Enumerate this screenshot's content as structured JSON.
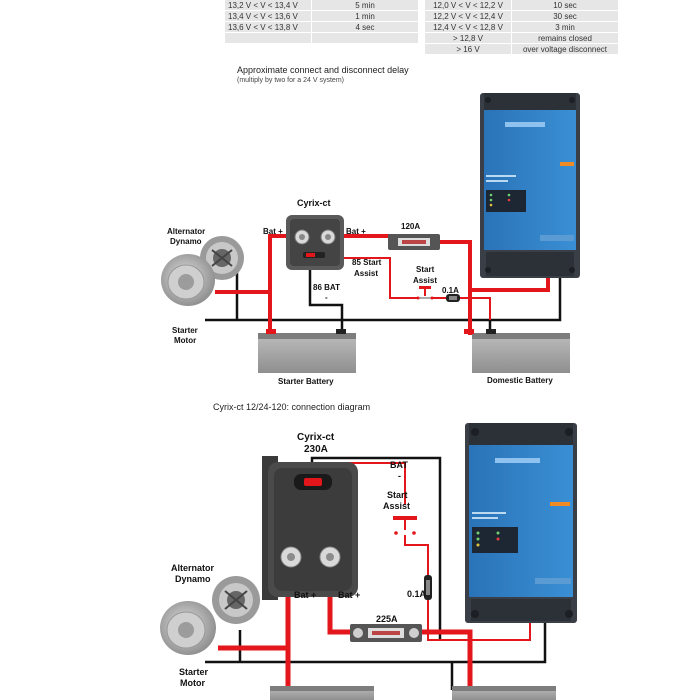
{
  "delay_table": {
    "left_rows": [
      {
        "range": "13,2 V < V < 13,4 V",
        "delay": "5 min"
      },
      {
        "range": "13,4 V < V < 13,6 V",
        "delay": "1 min"
      },
      {
        "range": "13,6 V < V < 13,8 V",
        "delay": "4 sec"
      },
      {
        "range": "",
        "delay": ""
      }
    ],
    "right_rows": [
      {
        "range": "12,0 V < V < 12,2 V",
        "delay": "10 sec"
      },
      {
        "range": "12,2 V < V < 12,4 V",
        "delay": "30 sec"
      },
      {
        "range": "12,4 V < V < 12,8 V",
        "delay": "3 min"
      },
      {
        "range": "> 12,8 V",
        "delay": "remains closed"
      },
      {
        "range": "> 16 V",
        "delay": "over voltage disconnect"
      }
    ]
  },
  "caption": {
    "title": "Approximate connect and disconnect delay",
    "subtitle": "(multiply by two for a 24 V system)"
  },
  "diagram1": {
    "device_name": "Cyrix-ct",
    "bat_plus_left": "Bat +",
    "bat_plus_right": "Bat +",
    "fuse_main": "120A",
    "start_assist_85_l1": "85 Start",
    "start_assist_85_l2": "Assist",
    "start_assist_sw_l1": "Start",
    "start_assist_sw_l2": "Assist",
    "bat86_l1": "86 BAT",
    "bat86_l2": "-",
    "fuse_small": "0.1A",
    "alternator_l1": "Alternator",
    "alternator_l2": "Dynamo",
    "starter_l1": "Starter",
    "starter_l2": "Motor",
    "starter_battery": "Starter Battery",
    "domestic_battery": "Domestic Battery"
  },
  "section2_title": "Cyrix-ct 12/24-120: connection diagram",
  "diagram2": {
    "device_name_l1": "Cyrix-ct",
    "device_name_l2": "230A",
    "bat_l1": "BAT",
    "bat_l2": "-",
    "start_assist_l1": "Start",
    "start_assist_l2": "Assist",
    "fuse_small": "0.1A",
    "fuse_main": "225A",
    "bat_plus_left": "Bat +",
    "bat_plus_right": "Bat +",
    "alternator_l1": "Alternator",
    "alternator_l2": "Dynamo",
    "starter_l1": "Starter",
    "starter_l2": "Motor"
  },
  "colors": {
    "wire_positive": "#e3161b",
    "wire_negative": "#111111",
    "inverter_blue": "#2f7fc3",
    "inverter_dark": "#3a3f47",
    "battery_grey": "#a9a9a9",
    "relay_body": "#5a5a5a"
  }
}
